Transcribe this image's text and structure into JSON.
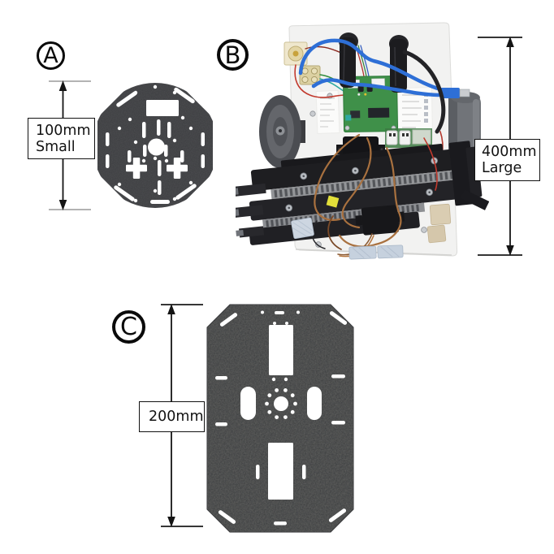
{
  "panels": {
    "a": {
      "label": "A",
      "dim_line1": "100mm",
      "dim_line2": "Small",
      "graphic": "small-round-chassis-plate"
    },
    "b": {
      "label": "B",
      "dim_line1": "400mm",
      "dim_line2": "Large",
      "graphic": "assembled-robot-top-view"
    },
    "c": {
      "label": "C",
      "dim_line1": "200mm",
      "graphic": "large-octagonal-chassis-plate"
    }
  },
  "colors": {
    "background": "#ffffff",
    "dimension_line": "#141414",
    "tick_grey": "#9a9a9a",
    "label_border": "#121212",
    "plate_a_dark": "#3b3c3f",
    "plate_c_dark": "#36383b",
    "robot_base_white": "#f2f2f1",
    "wheel_grey": "#4b4d52",
    "wheel_right_grey": "#717479",
    "pcb_green": "#3f9049",
    "cable_blue": "#2e6fd6",
    "servo_black": "#17171a",
    "wire_copper": "#a9713f"
  }
}
